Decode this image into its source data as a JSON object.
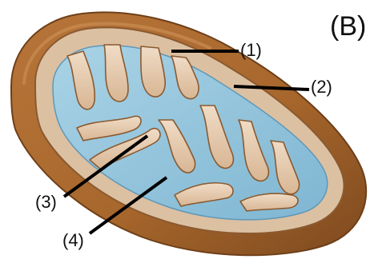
{
  "figure": {
    "panel_letter": "(B)",
    "labels": [
      {
        "id": "1",
        "text": "(1)"
      },
      {
        "id": "2",
        "text": "(2)"
      },
      {
        "id": "3",
        "text": "(3)"
      },
      {
        "id": "4",
        "text": "(4)"
      }
    ]
  },
  "colors": {
    "outer_membrane": "#a8672c",
    "outer_membrane_dark": "#7e4a1f",
    "intermembrane_space": "#dcc0a2",
    "cristae_tan": "#e7cdb1",
    "matrix_blue": "#8fc3dc",
    "matrix_blue_light": "#a9d3e6",
    "leader_line": "#000000"
  }
}
